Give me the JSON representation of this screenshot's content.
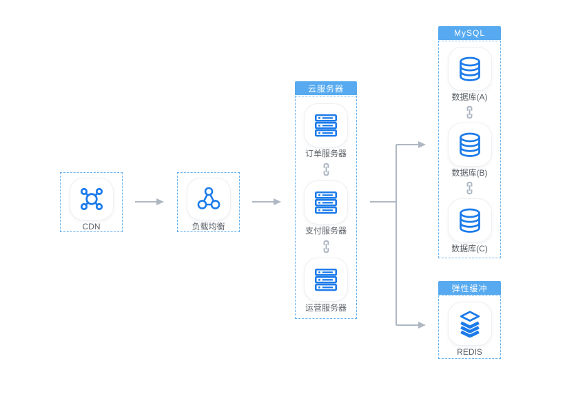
{
  "diagram_title": "cloud-architecture-topology",
  "colors": {
    "icon_blue": "#1c7bea",
    "group_header_blue": "#57aaef",
    "dashed_border_blue": "#66b3f3",
    "arrow_gray": "#aeb7c2",
    "link_icon_gray": "#acb6c2",
    "label_text": "#5a6066",
    "header_text": "#ffffff",
    "background": "#ffffff"
  },
  "nodes": {
    "cdn": {
      "label": "CDN",
      "icon": "cdn-hub-icon"
    },
    "load_balancer": {
      "label": "负载均衡",
      "icon": "load-balancer-icon"
    }
  },
  "groups": {
    "cloud_server": {
      "title": "云服务器",
      "connector_icon": "chain-link-icon",
      "items": [
        {
          "label": "订单服务器",
          "icon": "server-icon"
        },
        {
          "label": "支付服务器",
          "icon": "server-icon"
        },
        {
          "label": "运营服务器",
          "icon": "server-icon"
        }
      ]
    },
    "mysql": {
      "title": "MySQL",
      "connector_icon": "chain-link-icon",
      "items": [
        {
          "label": "数据库(A)",
          "icon": "database-icon"
        },
        {
          "label": "数据库(B)",
          "icon": "database-icon"
        },
        {
          "label": "数据库(C)",
          "icon": "database-icon"
        }
      ]
    },
    "elastic_cache": {
      "title": "弹性缓冲",
      "items": [
        {
          "label": "REDIS",
          "icon": "redis-stack-icon"
        }
      ]
    }
  },
  "flow": {
    "edges": [
      "cdn -> load_balancer",
      "load_balancer -> cloud_server",
      "cloud_server -> mysql",
      "cloud_server -> elastic_cache"
    ]
  }
}
